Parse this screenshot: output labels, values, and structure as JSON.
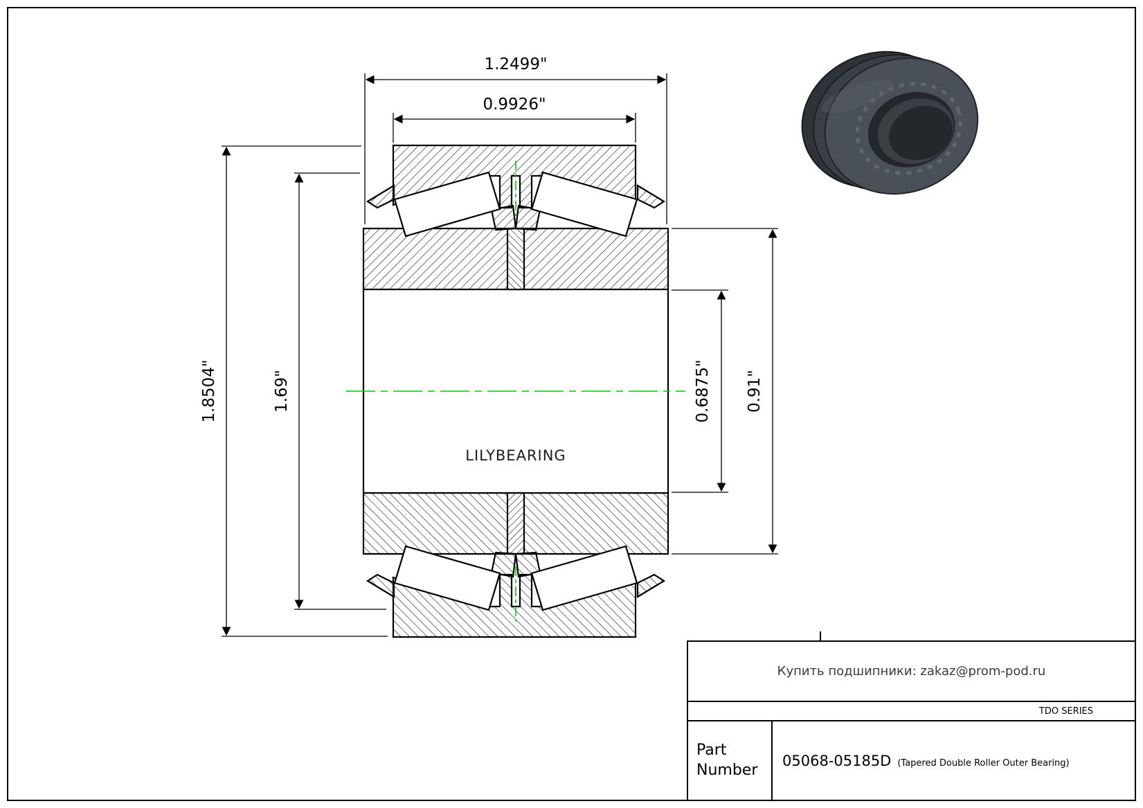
{
  "dimensions": {
    "top_outer": "1.2499\"",
    "top_inner": "0.9926\"",
    "left_outer": "1.8504\"",
    "left_inner": "1.69\"",
    "right_inner": "0.6875\"",
    "right_outer": "0.91\""
  },
  "watermark": "LILYBEARING",
  "title_block": {
    "supplier_note": "Купить подшипники: zakaz@prom-pod.ru",
    "series": "TDO SERIES",
    "part_label": "Part Number",
    "part_number": "05068-05185D",
    "part_description": "(Tapered Double Roller Outer Bearing)"
  },
  "colors": {
    "centerline_green": "#00cc00",
    "line_black": "#000000"
  }
}
